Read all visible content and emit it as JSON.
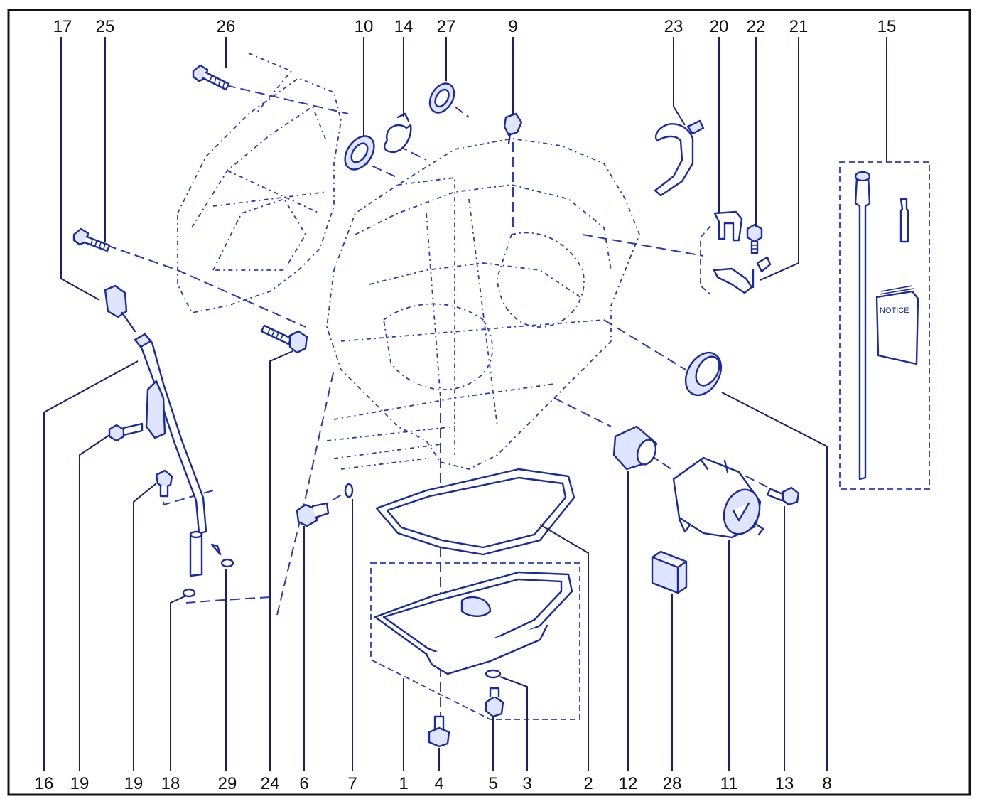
{
  "diagram": {
    "colors": {
      "line": "#1a2aa0",
      "label": "#111111",
      "border": "#111111"
    },
    "top_callouts": [
      "17",
      "25",
      "26",
      "10",
      "14",
      "27",
      "9",
      "23",
      "20",
      "22",
      "21",
      "15"
    ],
    "bottom_callouts": [
      "16",
      "19",
      "19",
      "18",
      "29",
      "24",
      "6",
      "7",
      "1",
      "4",
      "5",
      "3",
      "2",
      "12",
      "28",
      "11",
      "13",
      "8"
    ],
    "notice_label": "NOTICE"
  }
}
